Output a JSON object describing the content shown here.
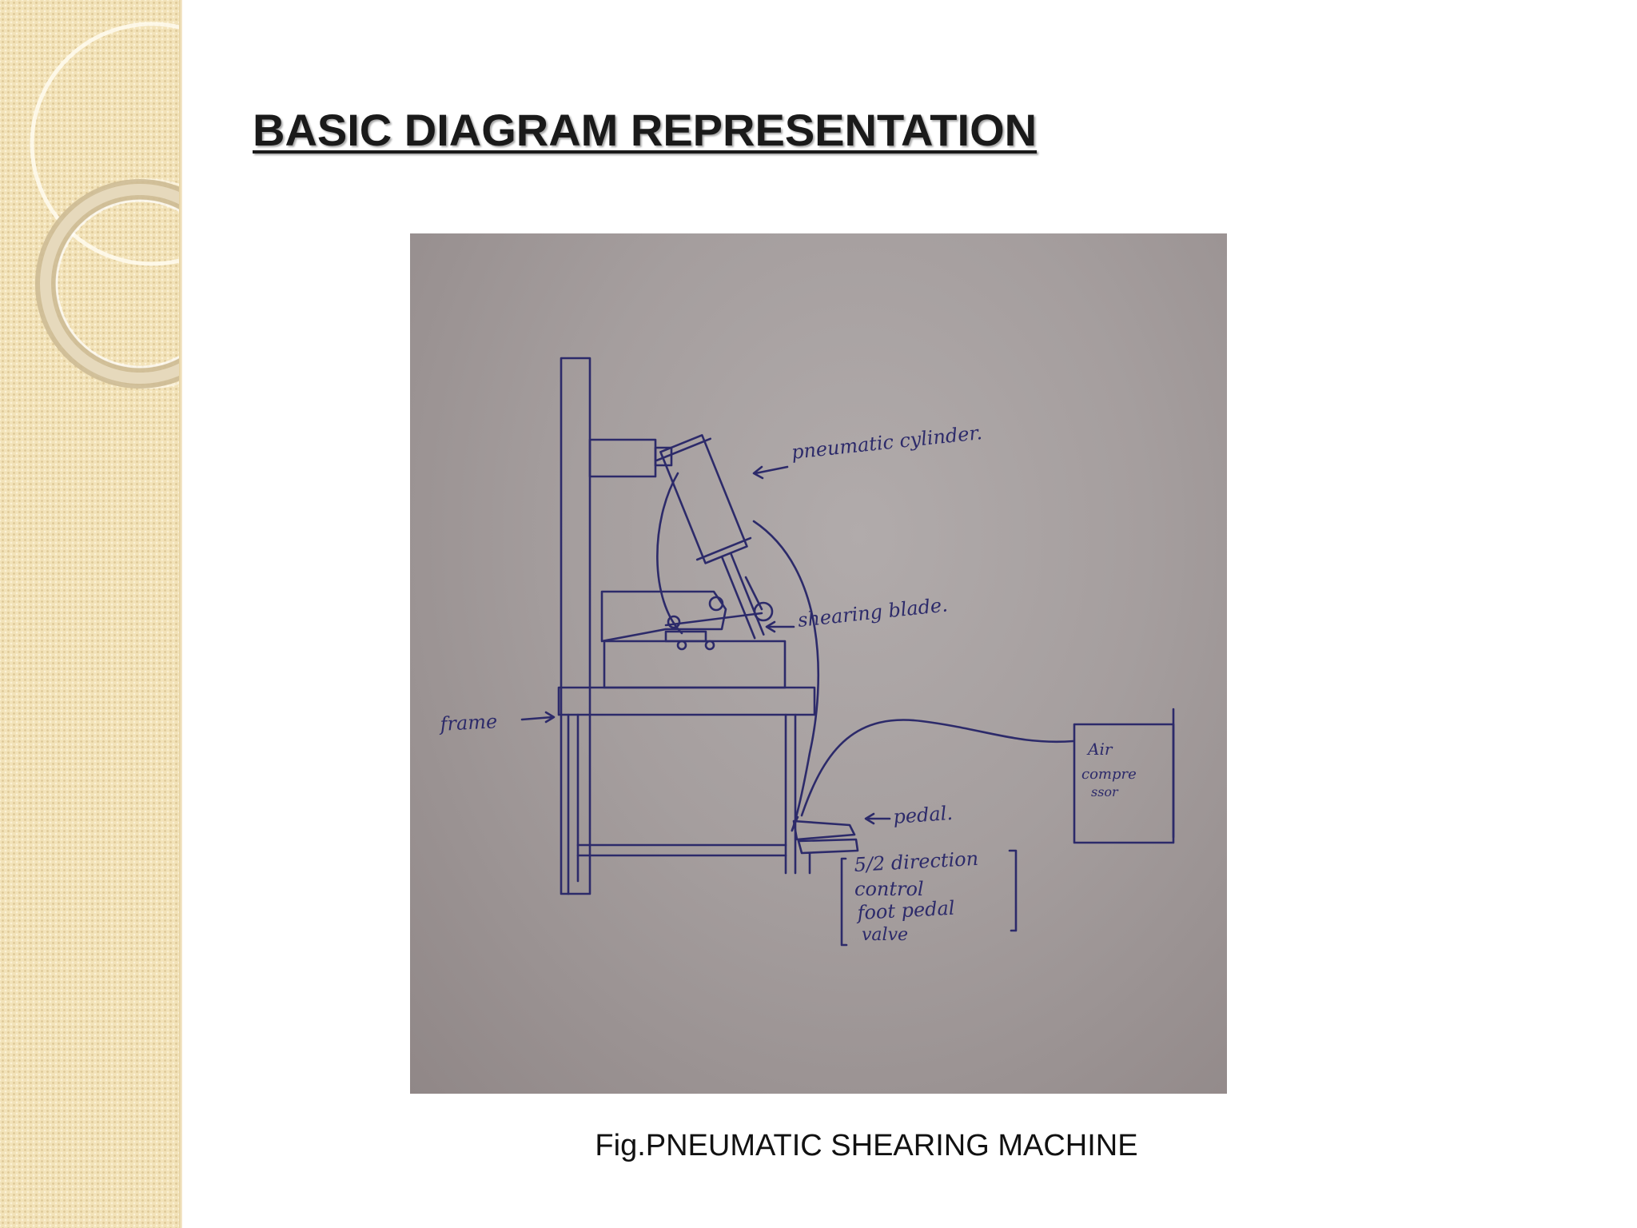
{
  "slide": {
    "title": "BASIC DIAGRAM REPRESENTATION",
    "caption": "Fig.PNEUMATIC SHEARING MACHINE"
  },
  "diagram": {
    "labels": {
      "cylinder": "pneumatic cylinder.",
      "blade": "shearing blade.",
      "frame": "frame",
      "pedal": "pedal.",
      "compressor_line1": "Air",
      "compressor_line2": "compre",
      "compressor_line3": "ssor",
      "valve_line1": "5/2 direction",
      "valve_line2": "control",
      "valve_line3": "foot pedal",
      "valve_line4": "valve"
    }
  },
  "theme": {
    "side_band_color": "#f2e2b8",
    "ink_color": "#2c2a6a"
  }
}
